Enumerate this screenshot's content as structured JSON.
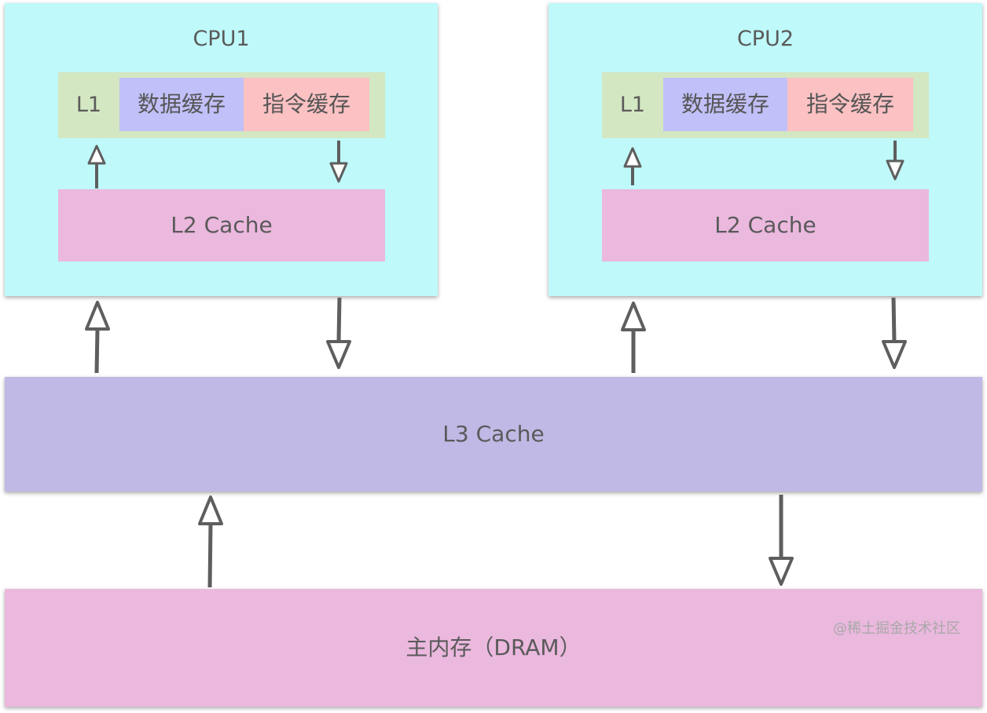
{
  "cpus": [
    {
      "title": "CPU1",
      "l1_label": "L1",
      "data_cache": "数据缓存",
      "instruction_cache": "指令缓存",
      "l2_label": "L2 Cache"
    },
    {
      "title": "CPU2",
      "l1_label": "L1",
      "data_cache": "数据缓存",
      "instruction_cache": "指令缓存",
      "l2_label": "L2 Cache"
    }
  ],
  "l3": {
    "label": "L3 Cache"
  },
  "memory": {
    "label": "主内存（DRAM）"
  },
  "watermark": "@稀土掘金技术社区",
  "colors": {
    "cpu_bg": "#bff9fa",
    "l1_bg": "#d3e7c2",
    "data_cache_bg": "#c1c0f8",
    "instruction_cache_bg": "#fcc1c3",
    "l2_bg": "#ebb8de",
    "l3_bg": "#c0b9e5",
    "dram_bg": "#ebb8de",
    "arrow": "#5e5e5e"
  }
}
